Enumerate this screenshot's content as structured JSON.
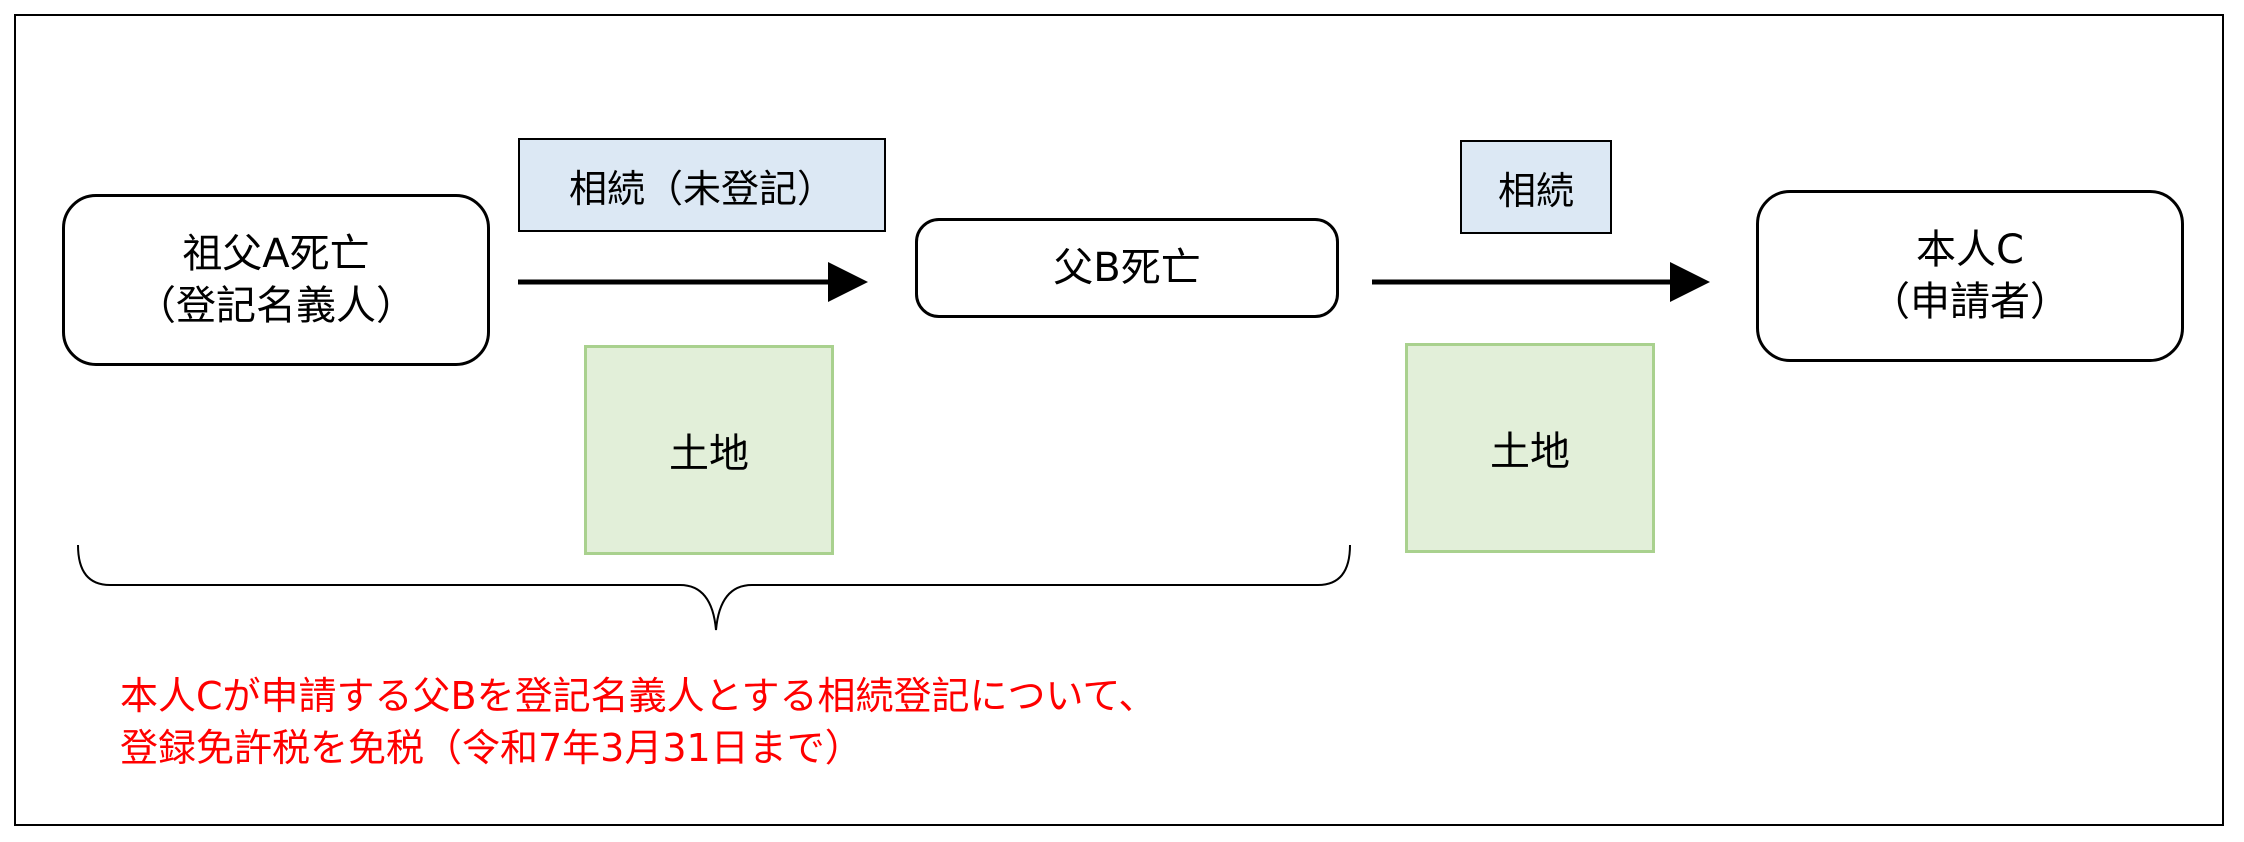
{
  "nodes": {
    "grandfather": {
      "line1": "祖父A死亡",
      "line2": "（登記名義人）"
    },
    "father": {
      "line1": "父B死亡"
    },
    "self": {
      "line1": "本人C",
      "line2": "（申請者）"
    }
  },
  "edges": {
    "first": {
      "label": "相続（未登記）",
      "asset": "土地"
    },
    "second": {
      "label": "相続",
      "asset": "土地"
    }
  },
  "note": {
    "line1": "本人Cが申請する父Bを登記名義人とする相続登記について、",
    "line2": "登録免許税を免税（令和7年3月31日まで）"
  },
  "colors": {
    "label_fill": "#dce8f4",
    "land_fill": "#e2efd9",
    "land_border": "#a9d18e",
    "note_text": "#ff0000"
  }
}
